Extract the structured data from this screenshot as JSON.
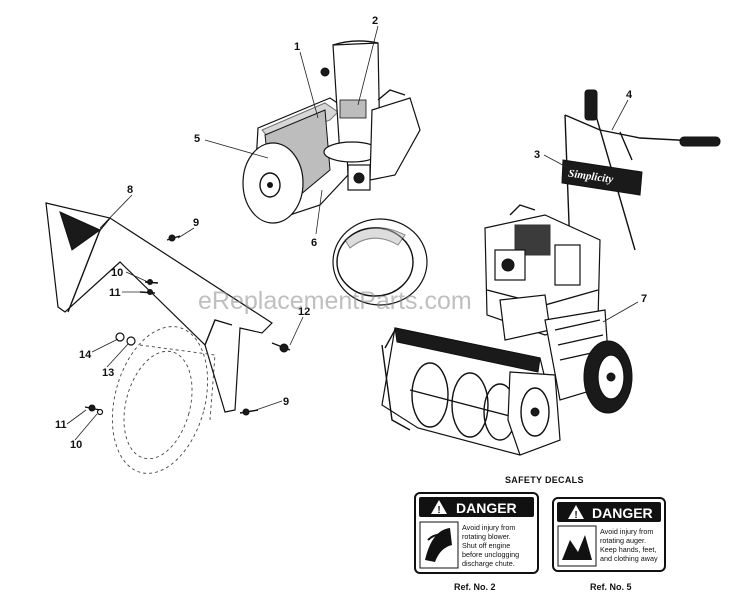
{
  "watermark": "eReplacementParts.com",
  "brand_label": "Simplicity",
  "callouts": {
    "c1": "1",
    "c2": "2",
    "c3": "3",
    "c4": "4",
    "c5": "5",
    "c6": "6",
    "c7": "7",
    "c8": "8",
    "c9a": "9",
    "c9b": "9",
    "c10a": "10",
    "c10b": "10",
    "c11a": "11",
    "c11b": "11",
    "c12": "12",
    "c13": "13",
    "c14": "14"
  },
  "safety": {
    "title": "SAFETY DECALS",
    "decals": [
      {
        "header": "DANGER",
        "lines": [
          "Avoid injury from",
          "rotating blower.",
          "Shut off engine",
          "before unclogging",
          "discharge chute."
        ],
        "ref": "Ref. No. 2"
      },
      {
        "header": "DANGER",
        "lines": [
          "Avoid injury from",
          "rotating auger.",
          "Keep hands, feet,",
          "and clothing away"
        ],
        "ref": "Ref. No. 5"
      }
    ]
  },
  "colors": {
    "ink": "#111111",
    "watermark": "#8c8c8c",
    "decal_header": "#111111"
  }
}
